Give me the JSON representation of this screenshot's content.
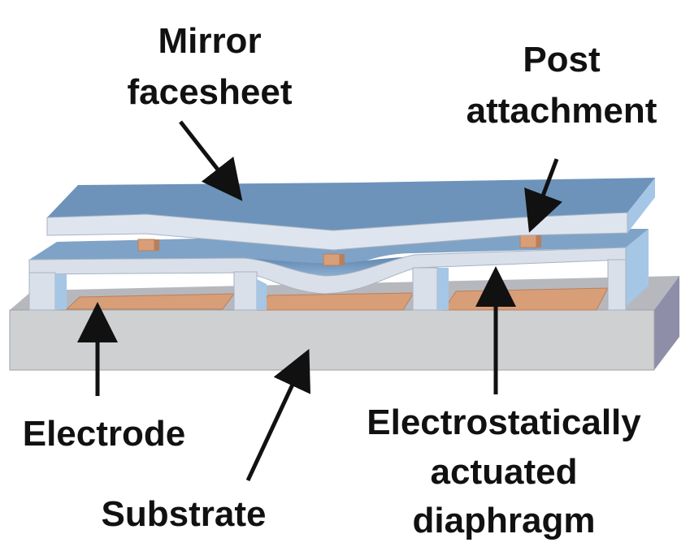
{
  "labels": {
    "mirror_facesheet": [
      "Mirror",
      "facesheet"
    ],
    "post_attachment": [
      "Post",
      "attachment"
    ],
    "electrode": "Electrode",
    "substrate": "Substrate",
    "diaphragm": [
      "Electrostatically",
      "actuated",
      "diaphragm"
    ]
  },
  "colors": {
    "facesheet_top": "#6d93bb",
    "facesheet_side": "#dfe5ee",
    "diaphragm_top": "#7fa3c7",
    "diaphragm_side": "#d9e0ea",
    "wall_blue": "#a6c6e6",
    "electrode": "#d89e78",
    "substrate_front": "#cfd0d2",
    "substrate_top": "#b7b8bd",
    "substrate_side": "#8f8ea8",
    "arrow": "#111111"
  }
}
